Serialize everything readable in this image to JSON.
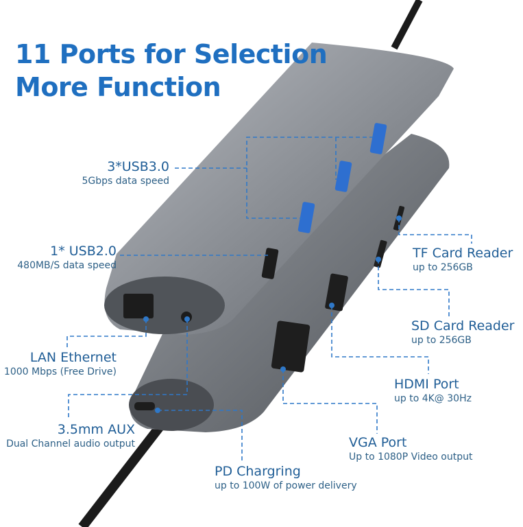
{
  "headline": {
    "line1": "11 Ports for Selection",
    "line2": "More Function"
  },
  "callouts": [
    {
      "title": "3*USB3.0",
      "subtitle": "5Gbps data speed"
    },
    {
      "title": "1* USB2.0",
      "subtitle": "480MB/S data speed"
    },
    {
      "title": "LAN Ethernet",
      "subtitle": "1000 Mbps (Free Drive)"
    },
    {
      "title": "3.5mm AUX",
      "subtitle": "Dual Channel audio output"
    },
    {
      "title": "PD Chargring",
      "subtitle": "up to 100W of power delivery"
    },
    {
      "title": "VGA Port",
      "subtitle": "Up to 1080P Video output"
    },
    {
      "title": "HDMI Port",
      "subtitle": "up to 4K@ 30Hz"
    },
    {
      "title": "SD Card Reader",
      "subtitle": "up to 256GB"
    },
    {
      "title": "TF Card Reader",
      "subtitle": "up to 256GB"
    }
  ],
  "colors": {
    "headline": "#1f6fc0",
    "callout": "#1f5d96",
    "leader": "#2f78c8",
    "body": "#8a8d93"
  }
}
